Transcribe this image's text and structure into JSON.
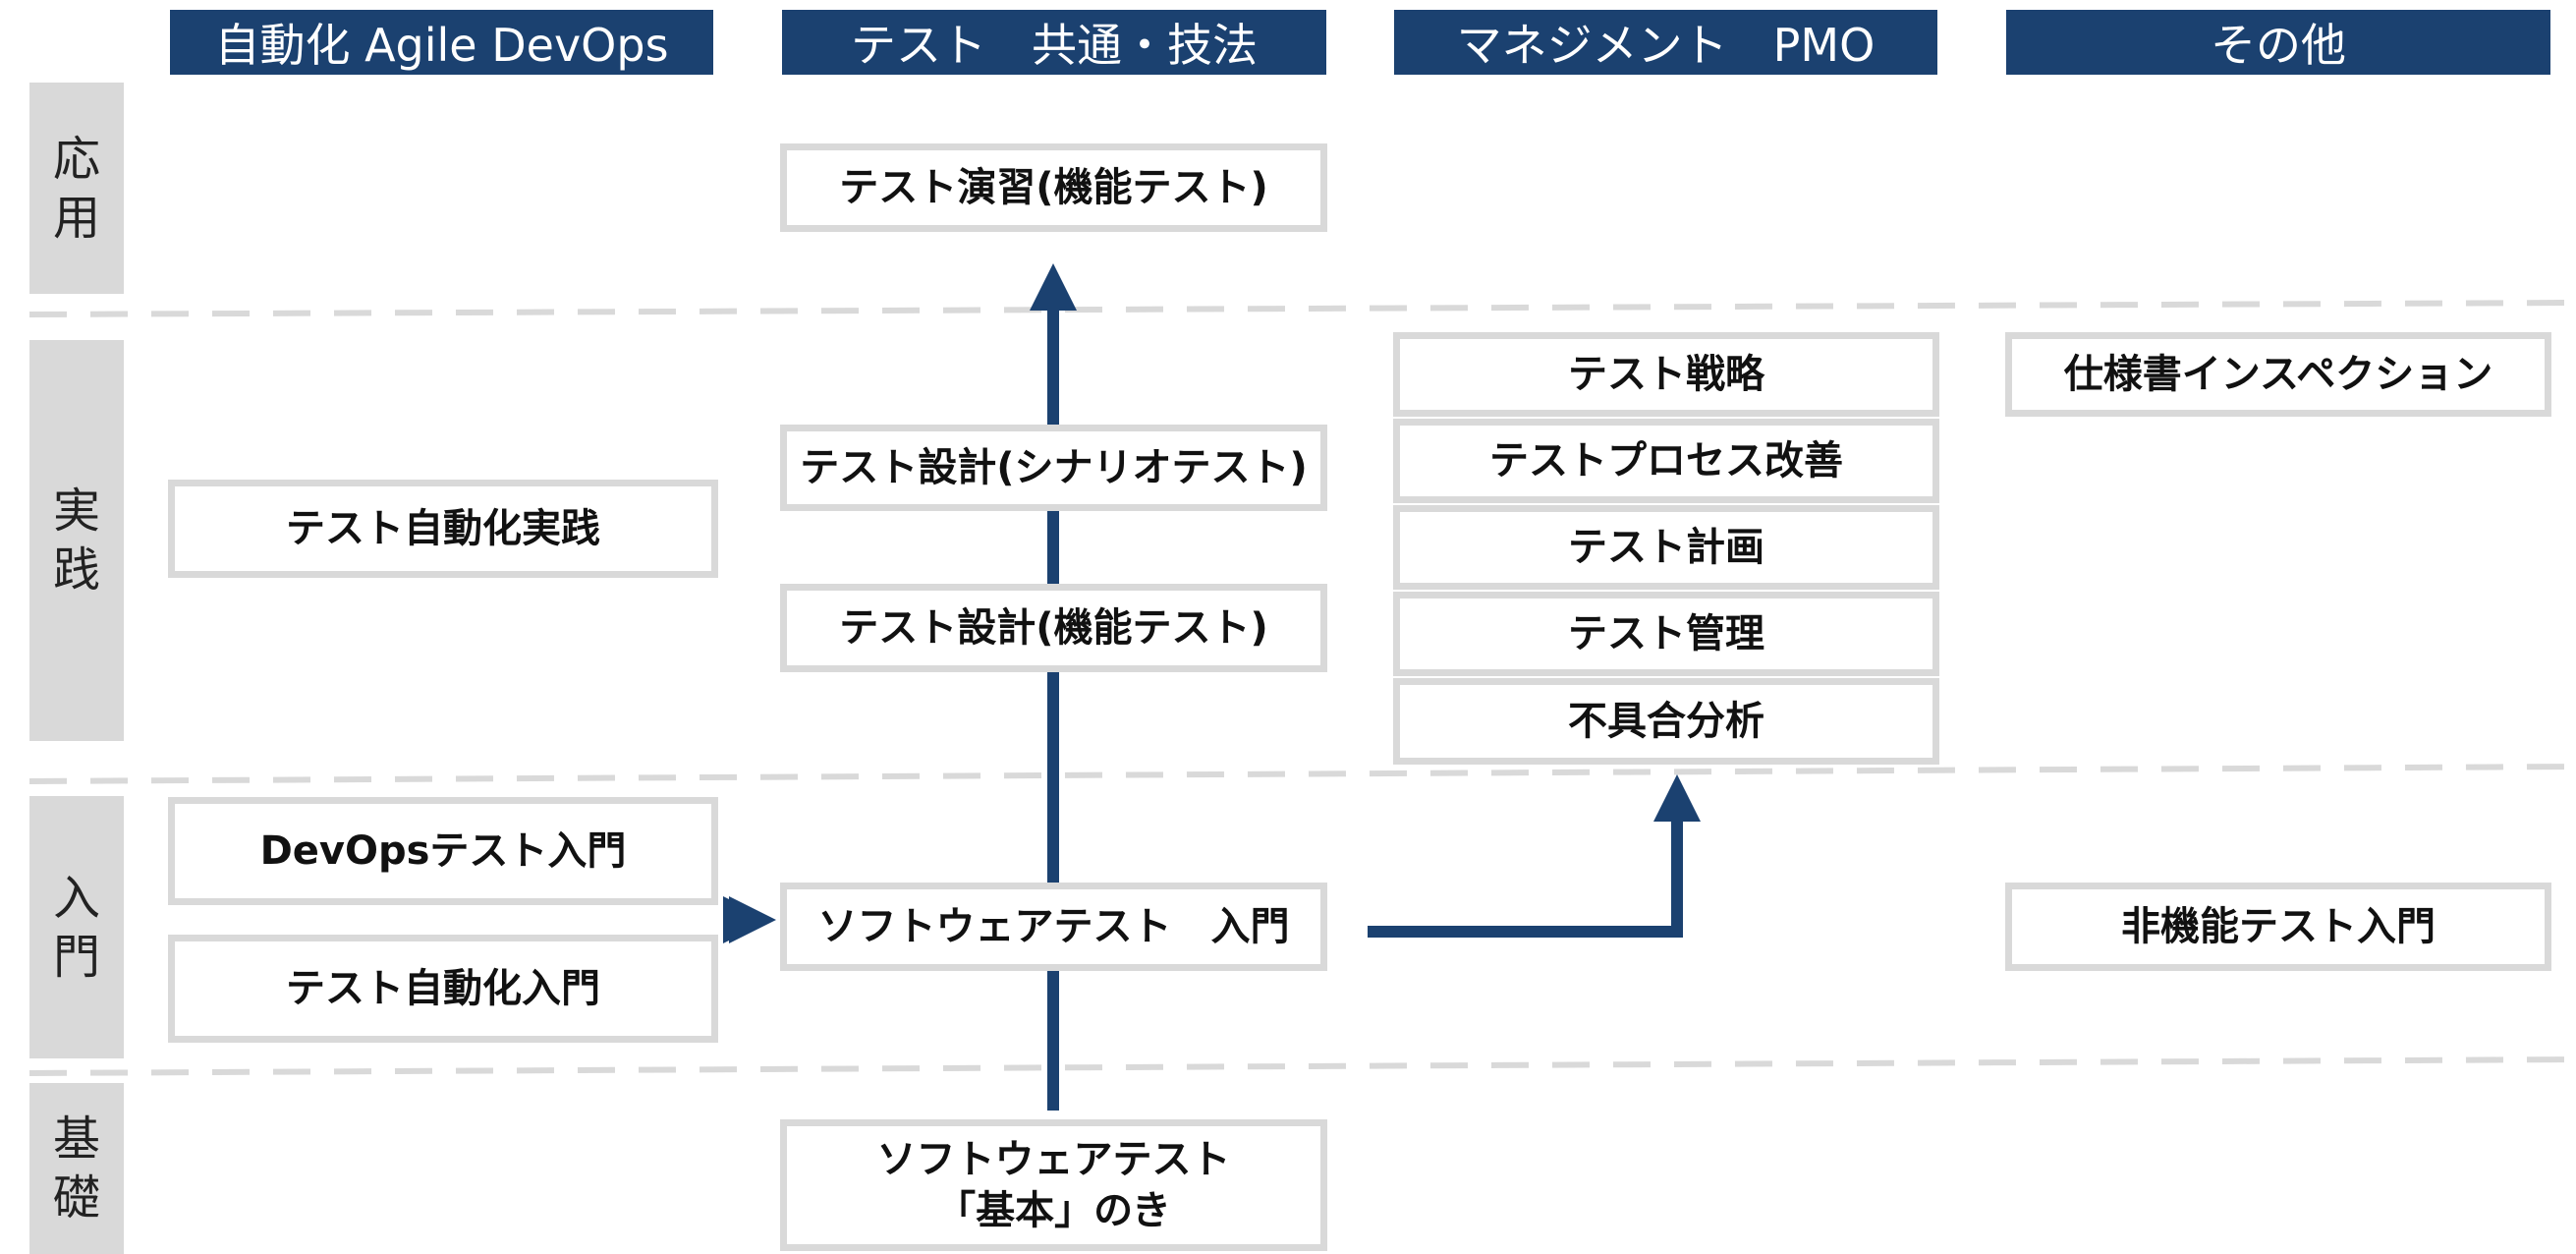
{
  "columns": [
    {
      "label": "自動化 Agile DevOps"
    },
    {
      "label": "テスト　共通・技法"
    },
    {
      "label": "マネジメント　PMO"
    },
    {
      "label": "その他"
    }
  ],
  "rows": [
    {
      "label": "応用"
    },
    {
      "label": "実践"
    },
    {
      "label": "入門"
    },
    {
      "label": "基礎"
    }
  ],
  "courses": {
    "test_exercise": "テスト演習(機能テスト)",
    "scenario_design": "テスト設計(シナリオテスト)",
    "functional_design": "テスト設計(機能テスト)",
    "intro_software_test": "ソフトウェアテスト　入門",
    "software_test_basics": "ソフトウェアテスト\n「基本」のき",
    "automation_practice": "テスト自動化実践",
    "devops_intro": "DevOpsテスト入門",
    "automation_intro": "テスト自動化入門",
    "test_strategy": "テスト戦略",
    "process_improvement": "テストプロセス改善",
    "test_planning": "テスト計画",
    "test_management": "テスト管理",
    "defect_analysis": "不具合分析",
    "spec_inspection": "仕様書インスペクション",
    "nonfunctional_intro": "非機能テスト入門"
  },
  "colors": {
    "header_bg": "#1b4170",
    "arrow": "#1b4170",
    "box_border": "#d9d9d9",
    "row_label_bg": "#d9d9d9",
    "divider": "#d9d9d9"
  }
}
